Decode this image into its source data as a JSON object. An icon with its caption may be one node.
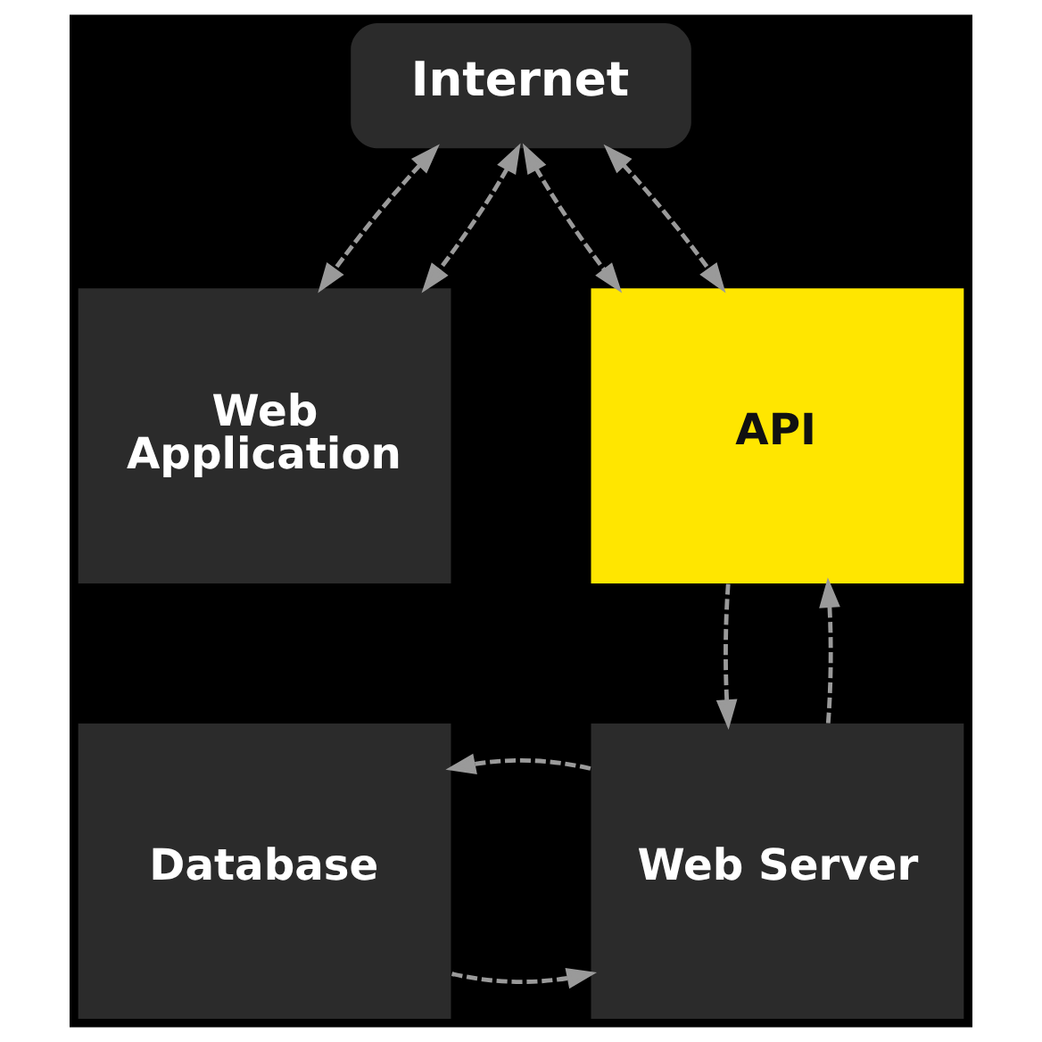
{
  "diagram": {
    "nodes": [
      {
        "text": [
          "Internet"
        ]
      },
      {
        "text": [
          "Web Application"
        ]
      },
      {
        "text": [
          "API"
        ]
      },
      {
        "text": [
          "Database"
        ]
      },
      {
        "text": [
          "Web Server"
        ]
      }
    ],
    "edges": [
      {
        "from": 0,
        "to": 1,
        "arrow": "both",
        "style": "dashed"
      },
      {
        "from": 0,
        "to": 1,
        "arrow": "both",
        "style": "dashed"
      },
      {
        "from": 0,
        "to": 2,
        "arrow": "both",
        "style": "dashed"
      },
      {
        "from": 0,
        "to": 2,
        "arrow": "both",
        "style": "dashed"
      },
      {
        "from": 4,
        "to": 2,
        "arrow": "to",
        "style": "dashed"
      },
      {
        "from": 2,
        "to": 4,
        "arrow": "to",
        "style": "dashed"
      },
      {
        "from": 3,
        "to": 4,
        "arrow": "to",
        "style": "dashed"
      },
      {
        "from": 4,
        "to": 3,
        "arrow": "to",
        "style": "dashed"
      }
    ]
  }
}
